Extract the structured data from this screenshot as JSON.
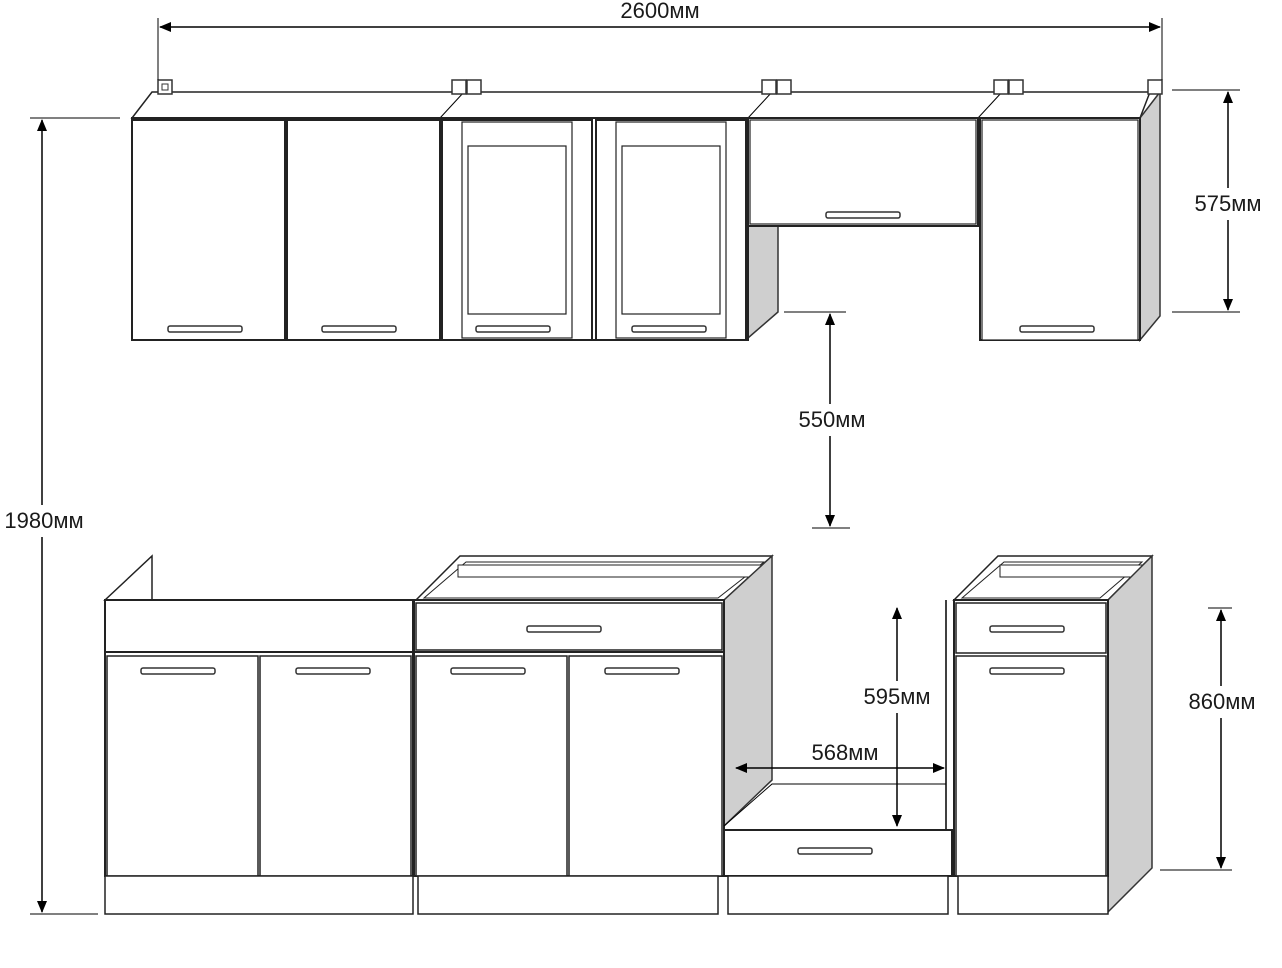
{
  "dimensions": {
    "total_width": "2600мм",
    "total_height": "1980мм",
    "wall_cabinet_height": "575мм",
    "gap_height": "550мм",
    "base_cabinet_height": "860мм",
    "oven_niche_height": "595мм",
    "oven_niche_width": "568мм"
  }
}
